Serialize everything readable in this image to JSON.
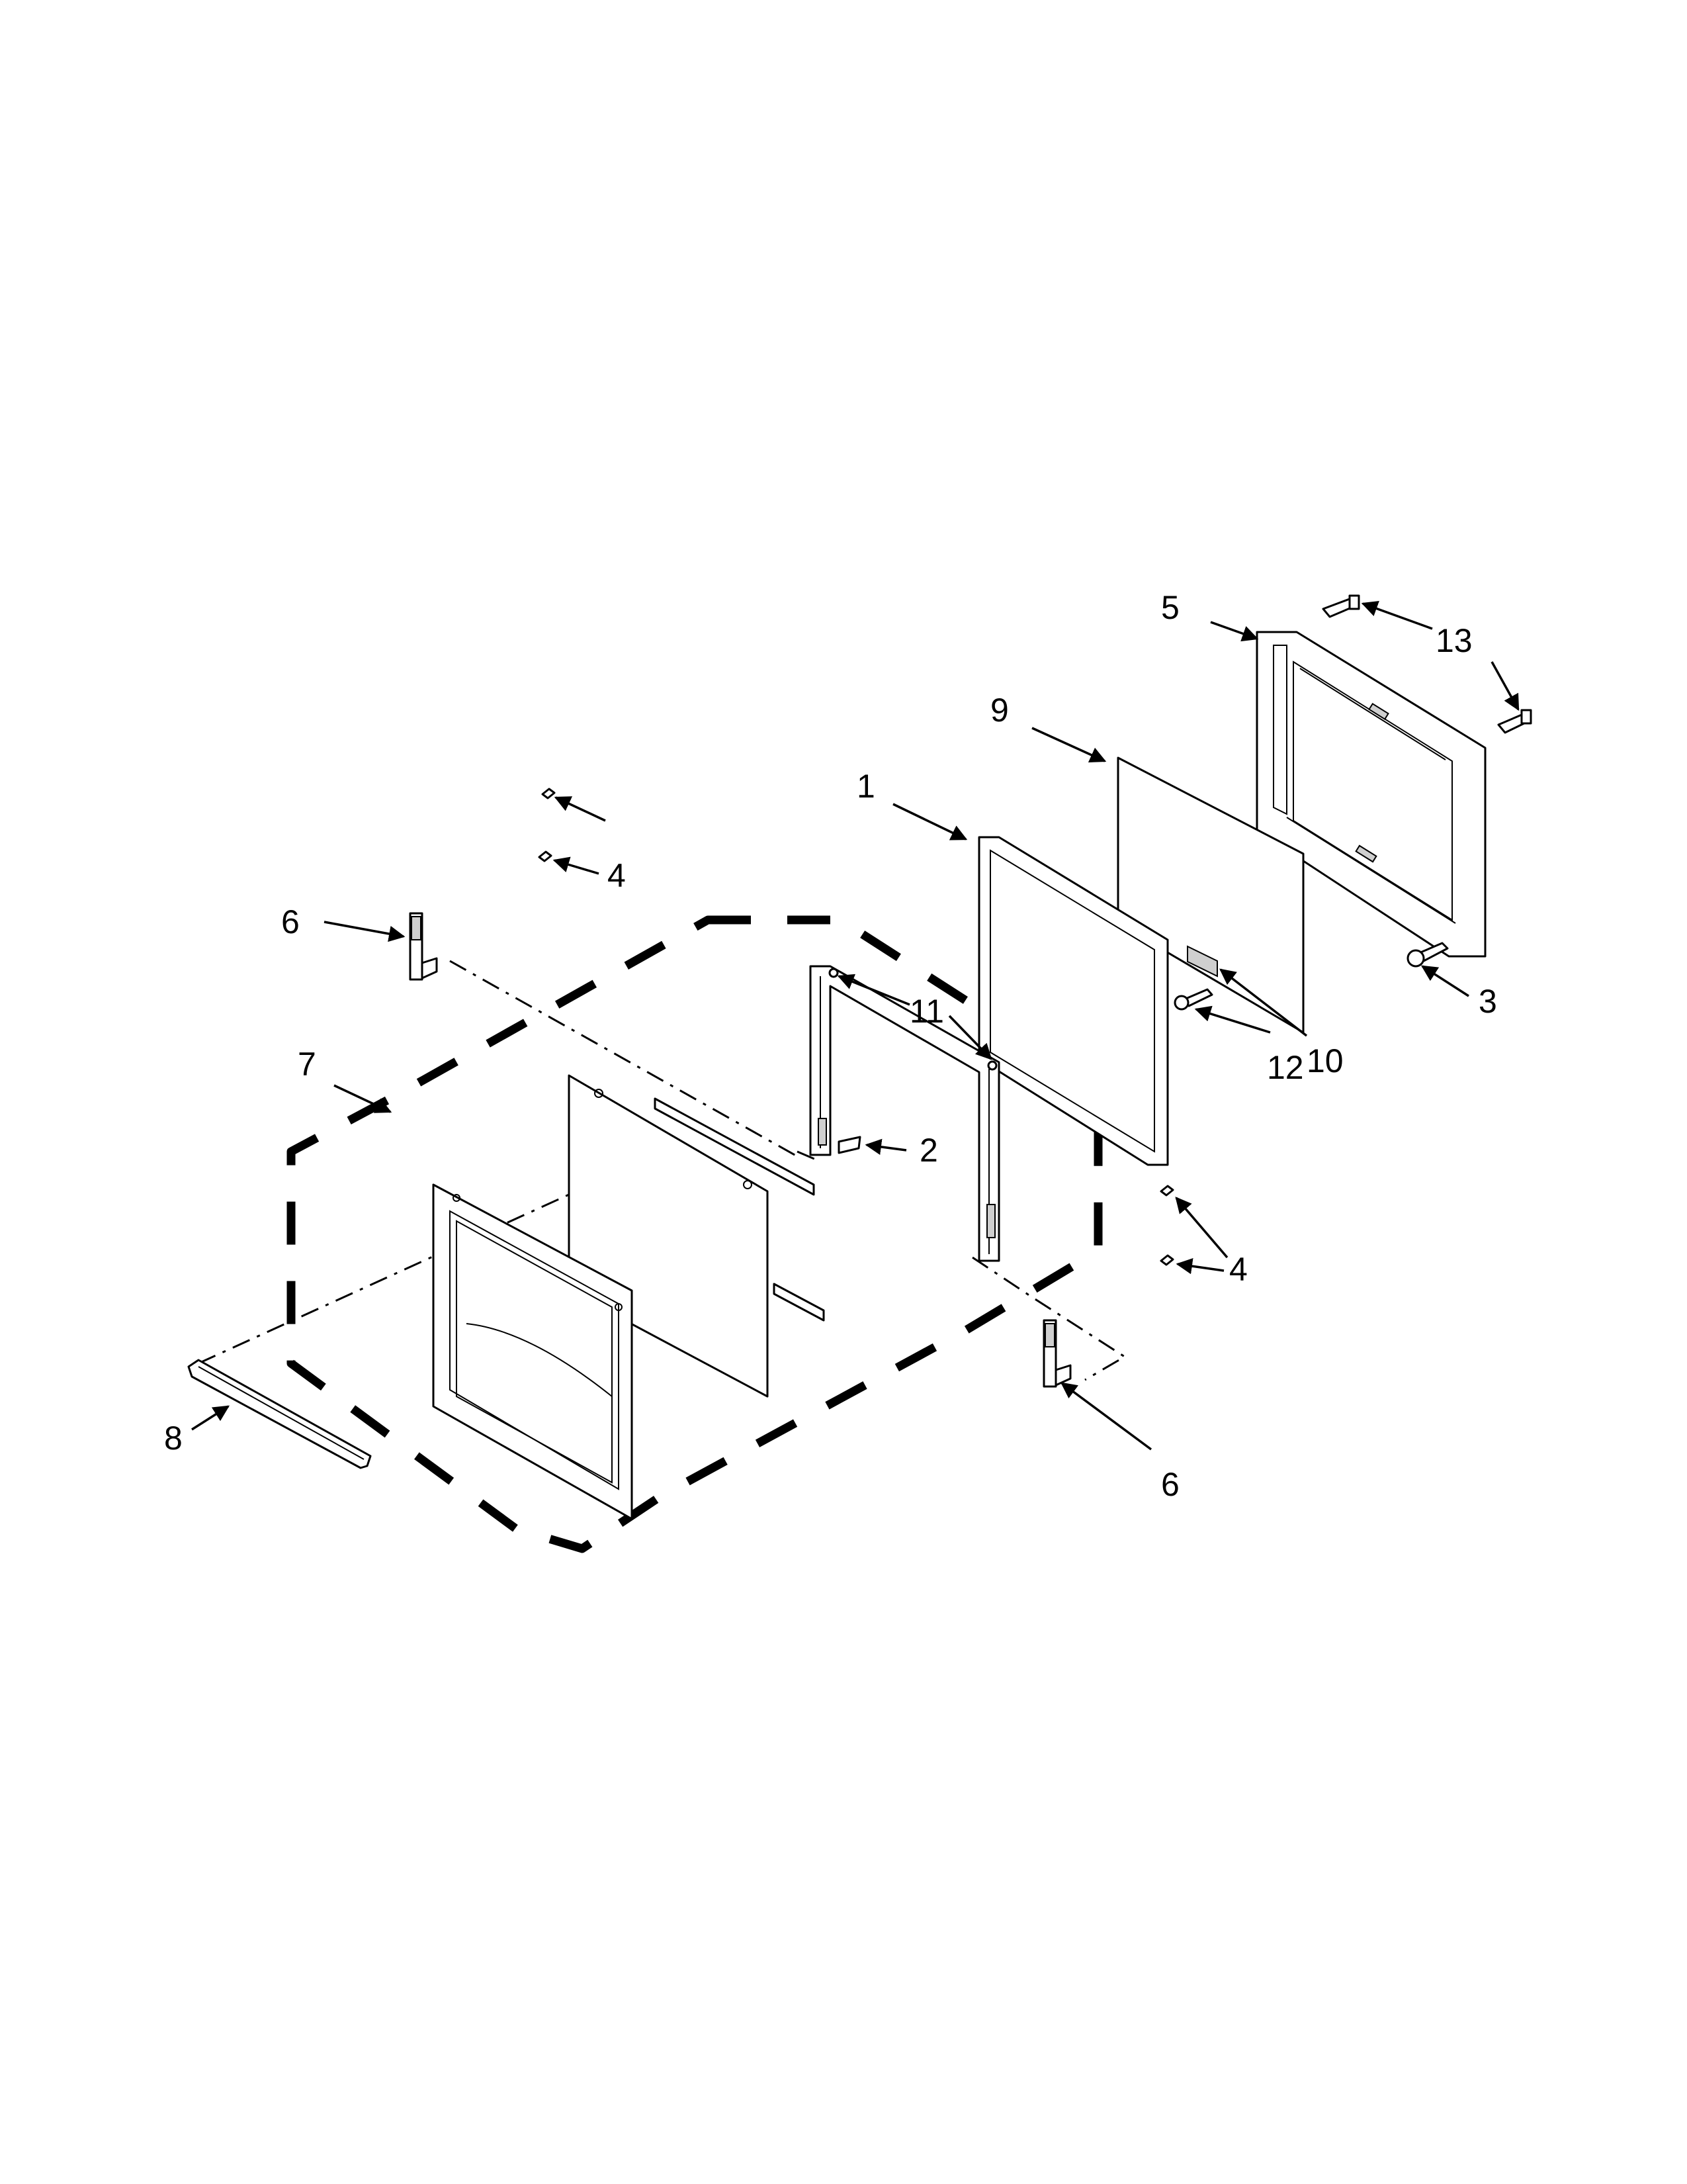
{
  "callouts": [
    {
      "id": "c1",
      "text": "1"
    },
    {
      "id": "c2",
      "text": "2"
    },
    {
      "id": "c3",
      "text": "3"
    },
    {
      "id": "c4a",
      "text": "4"
    },
    {
      "id": "c4b",
      "text": "4"
    },
    {
      "id": "c5",
      "text": "5"
    },
    {
      "id": "c6a",
      "text": "6"
    },
    {
      "id": "c6b",
      "text": "6"
    },
    {
      "id": "c7",
      "text": "7"
    },
    {
      "id": "c8",
      "text": "8"
    },
    {
      "id": "c9",
      "text": "9"
    },
    {
      "id": "c10",
      "text": "10"
    },
    {
      "id": "c11",
      "text": "11"
    },
    {
      "id": "c12",
      "text": "12"
    },
    {
      "id": "c13",
      "text": "13"
    }
  ]
}
